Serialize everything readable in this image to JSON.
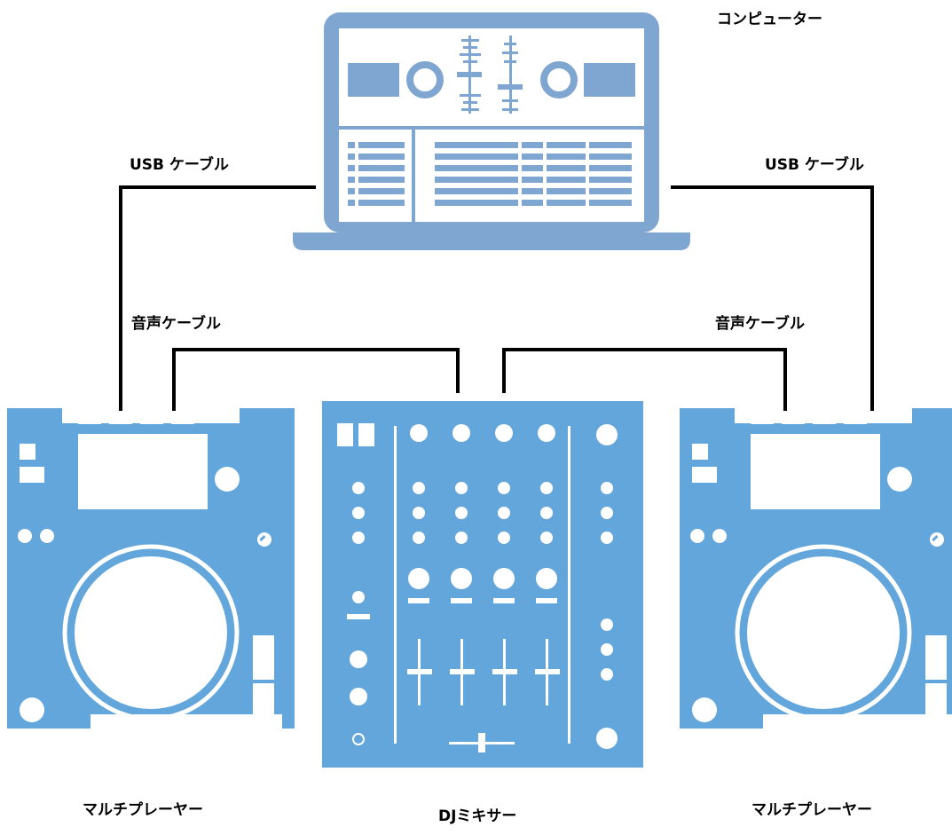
{
  "labels": {
    "computer": "コンピューター",
    "usb_left": "USB ケーブル",
    "usb_right": "USB ケーブル",
    "audio_left": "音声ケーブル",
    "audio_right": "音声ケーブル",
    "player_left": "マルチプレーヤー",
    "mixer": "DJミキサー",
    "player_right": "マルチプレーヤー"
  },
  "colors": {
    "laptop": "#7fa6d0",
    "device": "#62a6dc",
    "cable": "#000000",
    "background": "#ffffff"
  }
}
